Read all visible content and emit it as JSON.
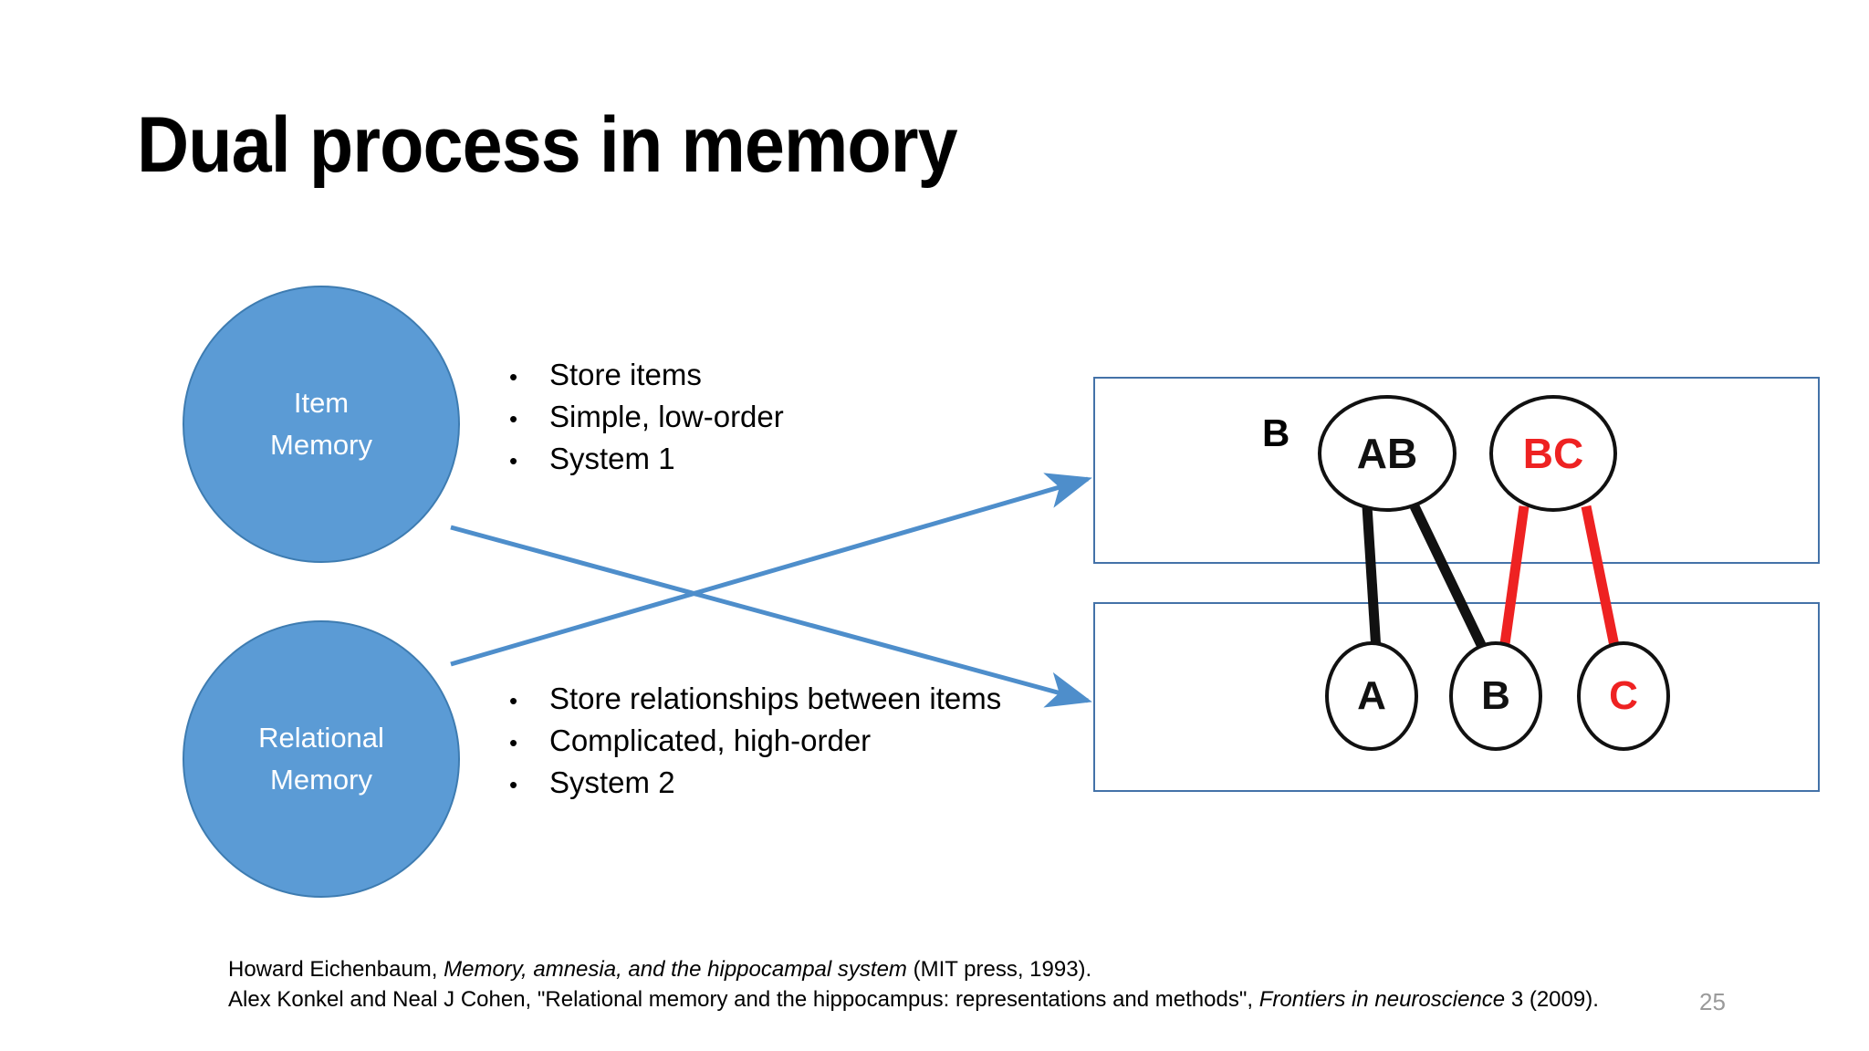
{
  "slide": {
    "title": "Dual process in memory",
    "page_number": "25",
    "background_color": "#ffffff"
  },
  "colors": {
    "circle_fill": "#5B9BD5",
    "circle_border": "#3E7CB1",
    "arrow": "#4E8ECB",
    "box_border": "#4472A8",
    "node_black": "#111111",
    "node_red": "#EE2222",
    "page_number": "#9A9A9A"
  },
  "circles": [
    {
      "id": "item-memory",
      "line1": "Item",
      "line2": "Memory"
    },
    {
      "id": "relational-memory",
      "line1": "Relational",
      "line2": "Memory"
    }
  ],
  "bullet_lists": [
    {
      "id": "item-memory-bullets",
      "marker": "•",
      "items": [
        "Store items",
        "Simple, low-order",
        "System 1"
      ]
    },
    {
      "id": "relational-memory-bullets",
      "marker": "•",
      "items": [
        "Store relationships between items",
        "Complicated, high-order",
        "System 2"
      ]
    }
  ],
  "diagram": {
    "standalone_label": "B",
    "top_box": {
      "nodes": [
        {
          "label": "AB",
          "color": "black"
        },
        {
          "label": "BC",
          "color": "red"
        }
      ]
    },
    "bottom_box": {
      "nodes": [
        {
          "label": "A",
          "color": "black"
        },
        {
          "label": "B",
          "color": "black"
        },
        {
          "label": "C",
          "color": "red"
        }
      ]
    },
    "edges": [
      {
        "from": "AB",
        "to": "A",
        "color": "black"
      },
      {
        "from": "AB",
        "to": "B",
        "color": "black"
      },
      {
        "from": "BC",
        "to": "B",
        "color": "red"
      },
      {
        "from": "BC",
        "to": "C",
        "color": "red"
      }
    ]
  },
  "footnote": {
    "line1_part1": "Howard Eichenbaum, ",
    "line1_italic": "Memory, amnesia, and the hippocampal system",
    "line1_part2": " (MIT press, 1993).",
    "line2_part1": "Alex Konkel and Neal J Cohen, \"Relational memory and the hippocampus: representations and methods\", ",
    "line2_italic": "Frontiers in neuroscience",
    "line2_part2": " 3 (2009)."
  }
}
